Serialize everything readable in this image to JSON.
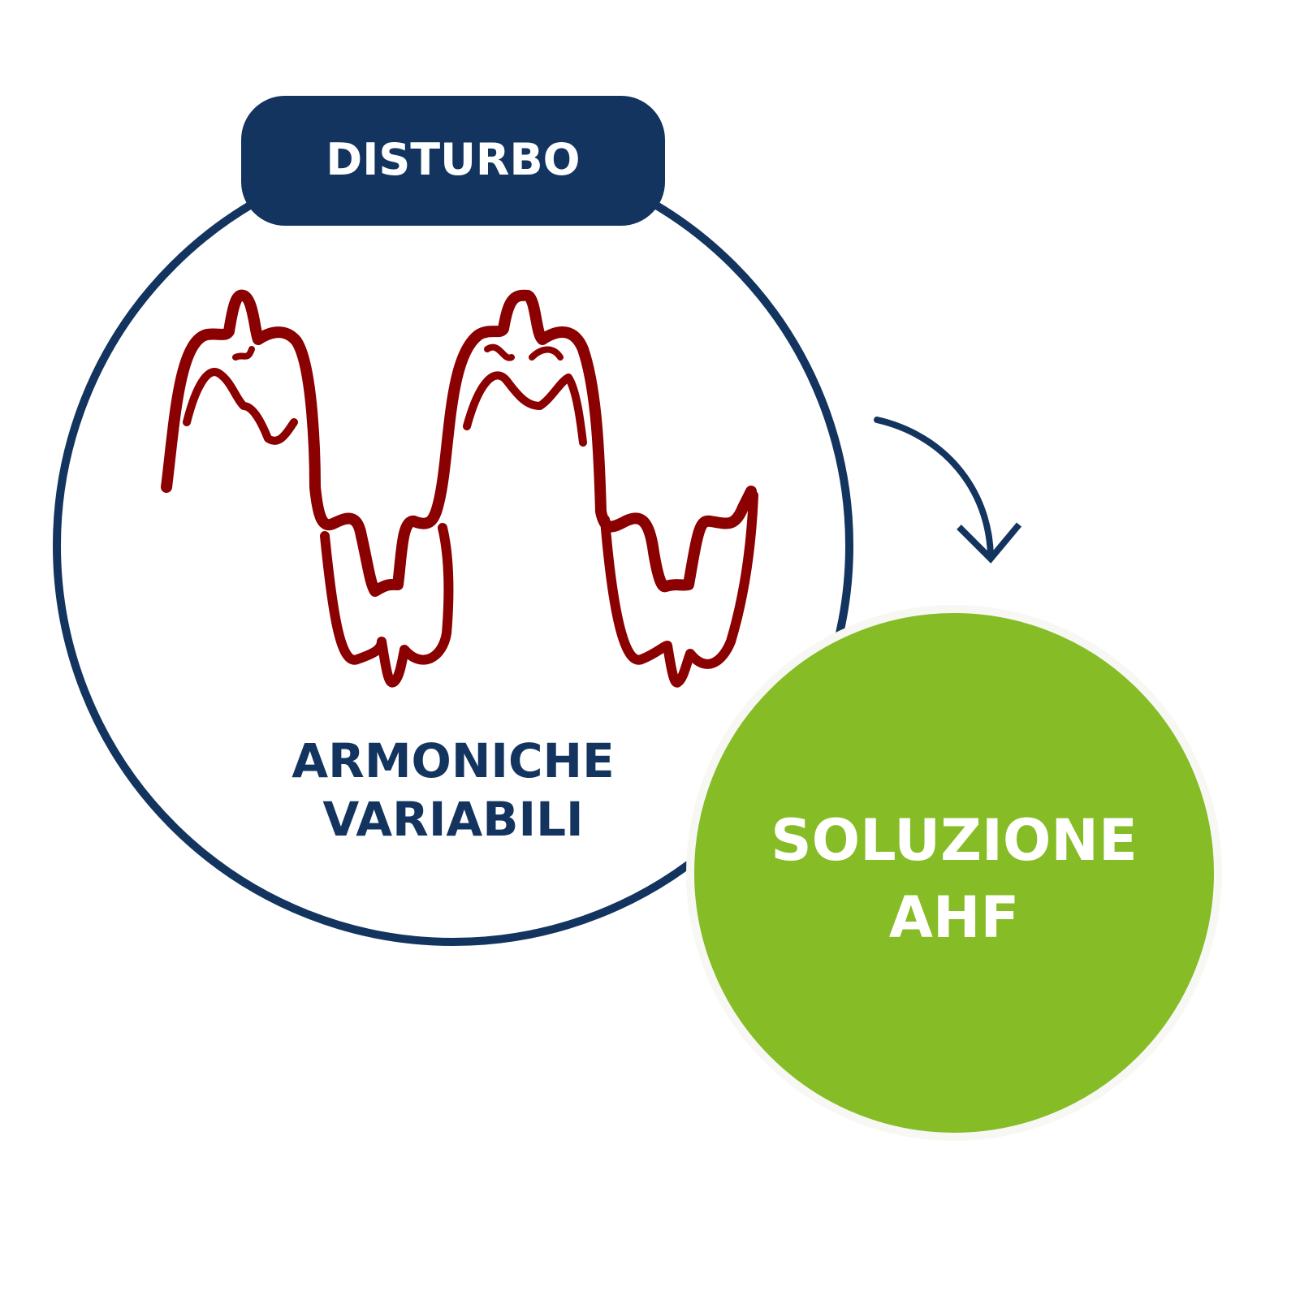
{
  "badge": {
    "label": "DISTURBO"
  },
  "problem": {
    "line1": "ARMONICHE",
    "line2": "VARIABILI"
  },
  "solution": {
    "line1": "SOLUZIONE",
    "line2": "AHF"
  },
  "colors": {
    "navy": "#13345f",
    "wave": "#8b0000",
    "green": "#86bc25"
  },
  "icons": {
    "wave": "harmonic-wave-icon",
    "arrow": "curved-arrow-icon"
  }
}
